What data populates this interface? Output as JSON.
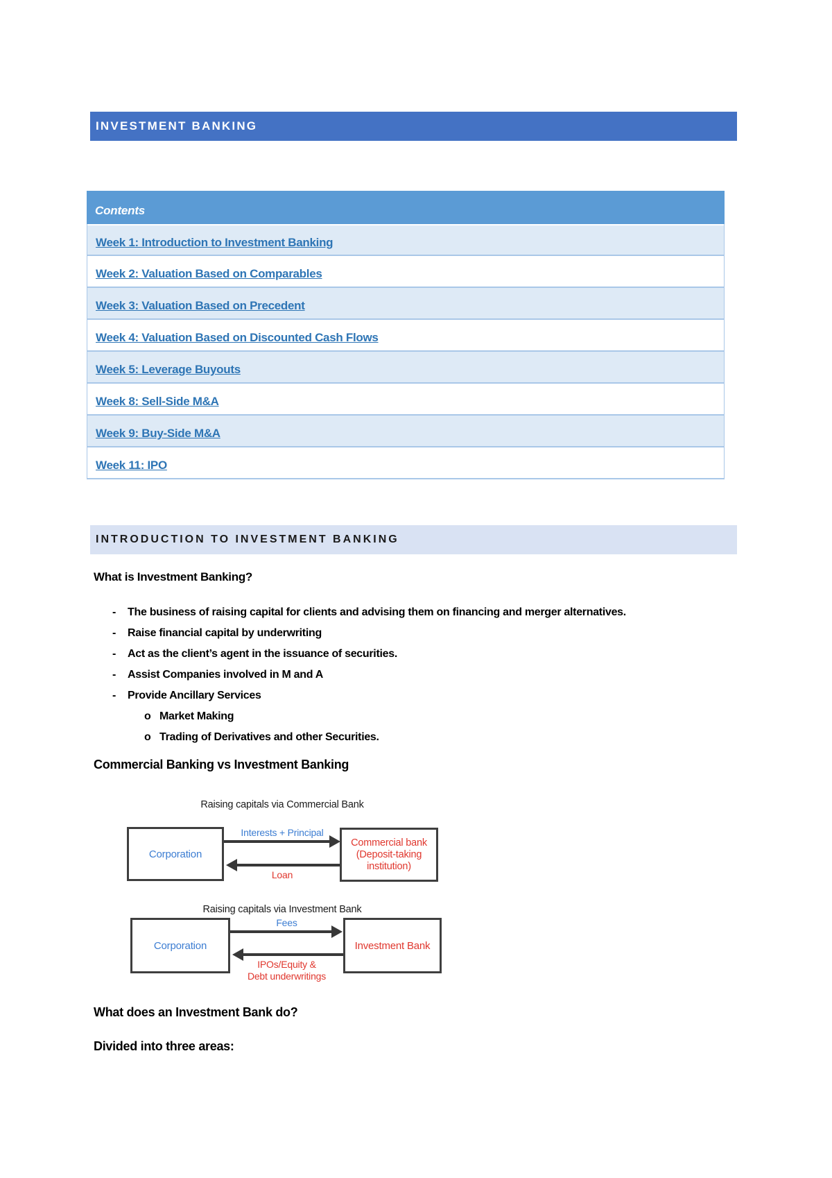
{
  "banner": {
    "title": "INVESTMENT BANKING"
  },
  "contents": {
    "header": "Contents",
    "rows": [
      {
        "label": "Week 1: Introduction to Investment Banking"
      },
      {
        "label": "Week 2: Valuation Based on Comparables"
      },
      {
        "label": "Week 3: Valuation Based on Precedent"
      },
      {
        "label": "Week 4: Valuation Based on Discounted Cash Flows"
      },
      {
        "label": "Week 5: Leverage Buyouts"
      },
      {
        "label": "Week 8: Sell-Side M&A"
      },
      {
        "label": "Week 9: Buy-Side M&A"
      },
      {
        "label": "Week 11: IPO"
      }
    ]
  },
  "intro": {
    "section_title": "INTRODUCTION TO INVESTMENT BANKING",
    "q1": "What is Investment Banking?",
    "dash": "-",
    "sub_marker": "o",
    "bullets": [
      "The business of raising capital for clients and advising them on financing and merger alternatives.",
      "Raise financial capital by underwriting",
      "Act as the client’s agent in the issuance of securities.",
      "Assist Companies involved in M and A",
      "Provide Ancillary Services"
    ],
    "sub_bullets": [
      "Market Making",
      "Trading of Derivatives and other Securities."
    ],
    "compare_heading": "Commercial Banking vs Investment Banking",
    "q2": "What does an Investment Bank do?",
    "q3": "Divided into three areas:"
  },
  "diagrams": [
    {
      "title": "Raising capitals via Commercial Bank",
      "left_box": "Corporation",
      "right_box": "Commercial bank\n(Deposit-taking\ninstitution)",
      "top_label": "Interests + Principal",
      "bottom_label": "Loan"
    },
    {
      "title": "Raising capitals via Investment Bank",
      "left_box": "Corporation",
      "right_box": "Investment Bank",
      "top_label": "Fees",
      "bottom_label": "IPOs/Equity &\nDebt underwritings"
    }
  ],
  "colors": {
    "banner_bg": "#4472C4",
    "table_header_bg": "#5B9BD5",
    "band_row_bg": "#DEEAF6",
    "table_border": "#A9C7E8",
    "link": "#2E75B5",
    "section_header_bg": "#D9E2F3",
    "diagram_blue": "#3C7DD2",
    "diagram_red": "#E0372E",
    "diagram_stroke": "#383838"
  }
}
